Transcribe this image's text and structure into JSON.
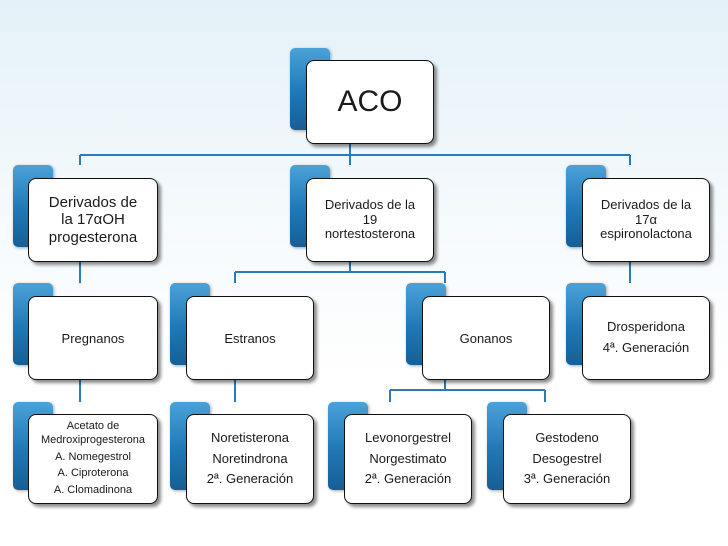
{
  "root": {
    "label": "ACO"
  },
  "groups": [
    {
      "title_lines": [
        "Derivados de",
        "la 17αOH",
        "progesterona"
      ],
      "family": {
        "label": "Pregnanos"
      },
      "examples": [
        {
          "lines": [
            "Acetato de",
            "Medroxiprogesterona",
            "A. Nomegestrol",
            "A. Ciproterona",
            "A. Clomadinona"
          ]
        }
      ]
    },
    {
      "title_lines": [
        "Derivados de la",
        "19",
        "nortestosterona"
      ],
      "families": [
        {
          "label": "Estranos",
          "examples": [
            "Noretisterona",
            "Noretindrona",
            "2ª. Generación"
          ]
        },
        {
          "label": "Gonanos",
          "children": [
            {
              "lines": [
                "Levonorgestrel",
                "Norgestimato",
                "2ª. Generación"
              ]
            },
            {
              "lines": [
                "Gestodeno",
                "Desogestrel",
                "3ª. Generación"
              ]
            }
          ]
        }
      ]
    },
    {
      "title_lines": [
        "Derivados de la",
        "17α",
        "espironolactona"
      ],
      "family": {
        "lines": [
          "Drosperidona",
          "4ª. Generación"
        ]
      }
    }
  ],
  "colors": {
    "tab_blue": "#1f78b6",
    "connector": "#2a7bb8",
    "card_border": "#111111",
    "text": "#1a1a1a"
  }
}
